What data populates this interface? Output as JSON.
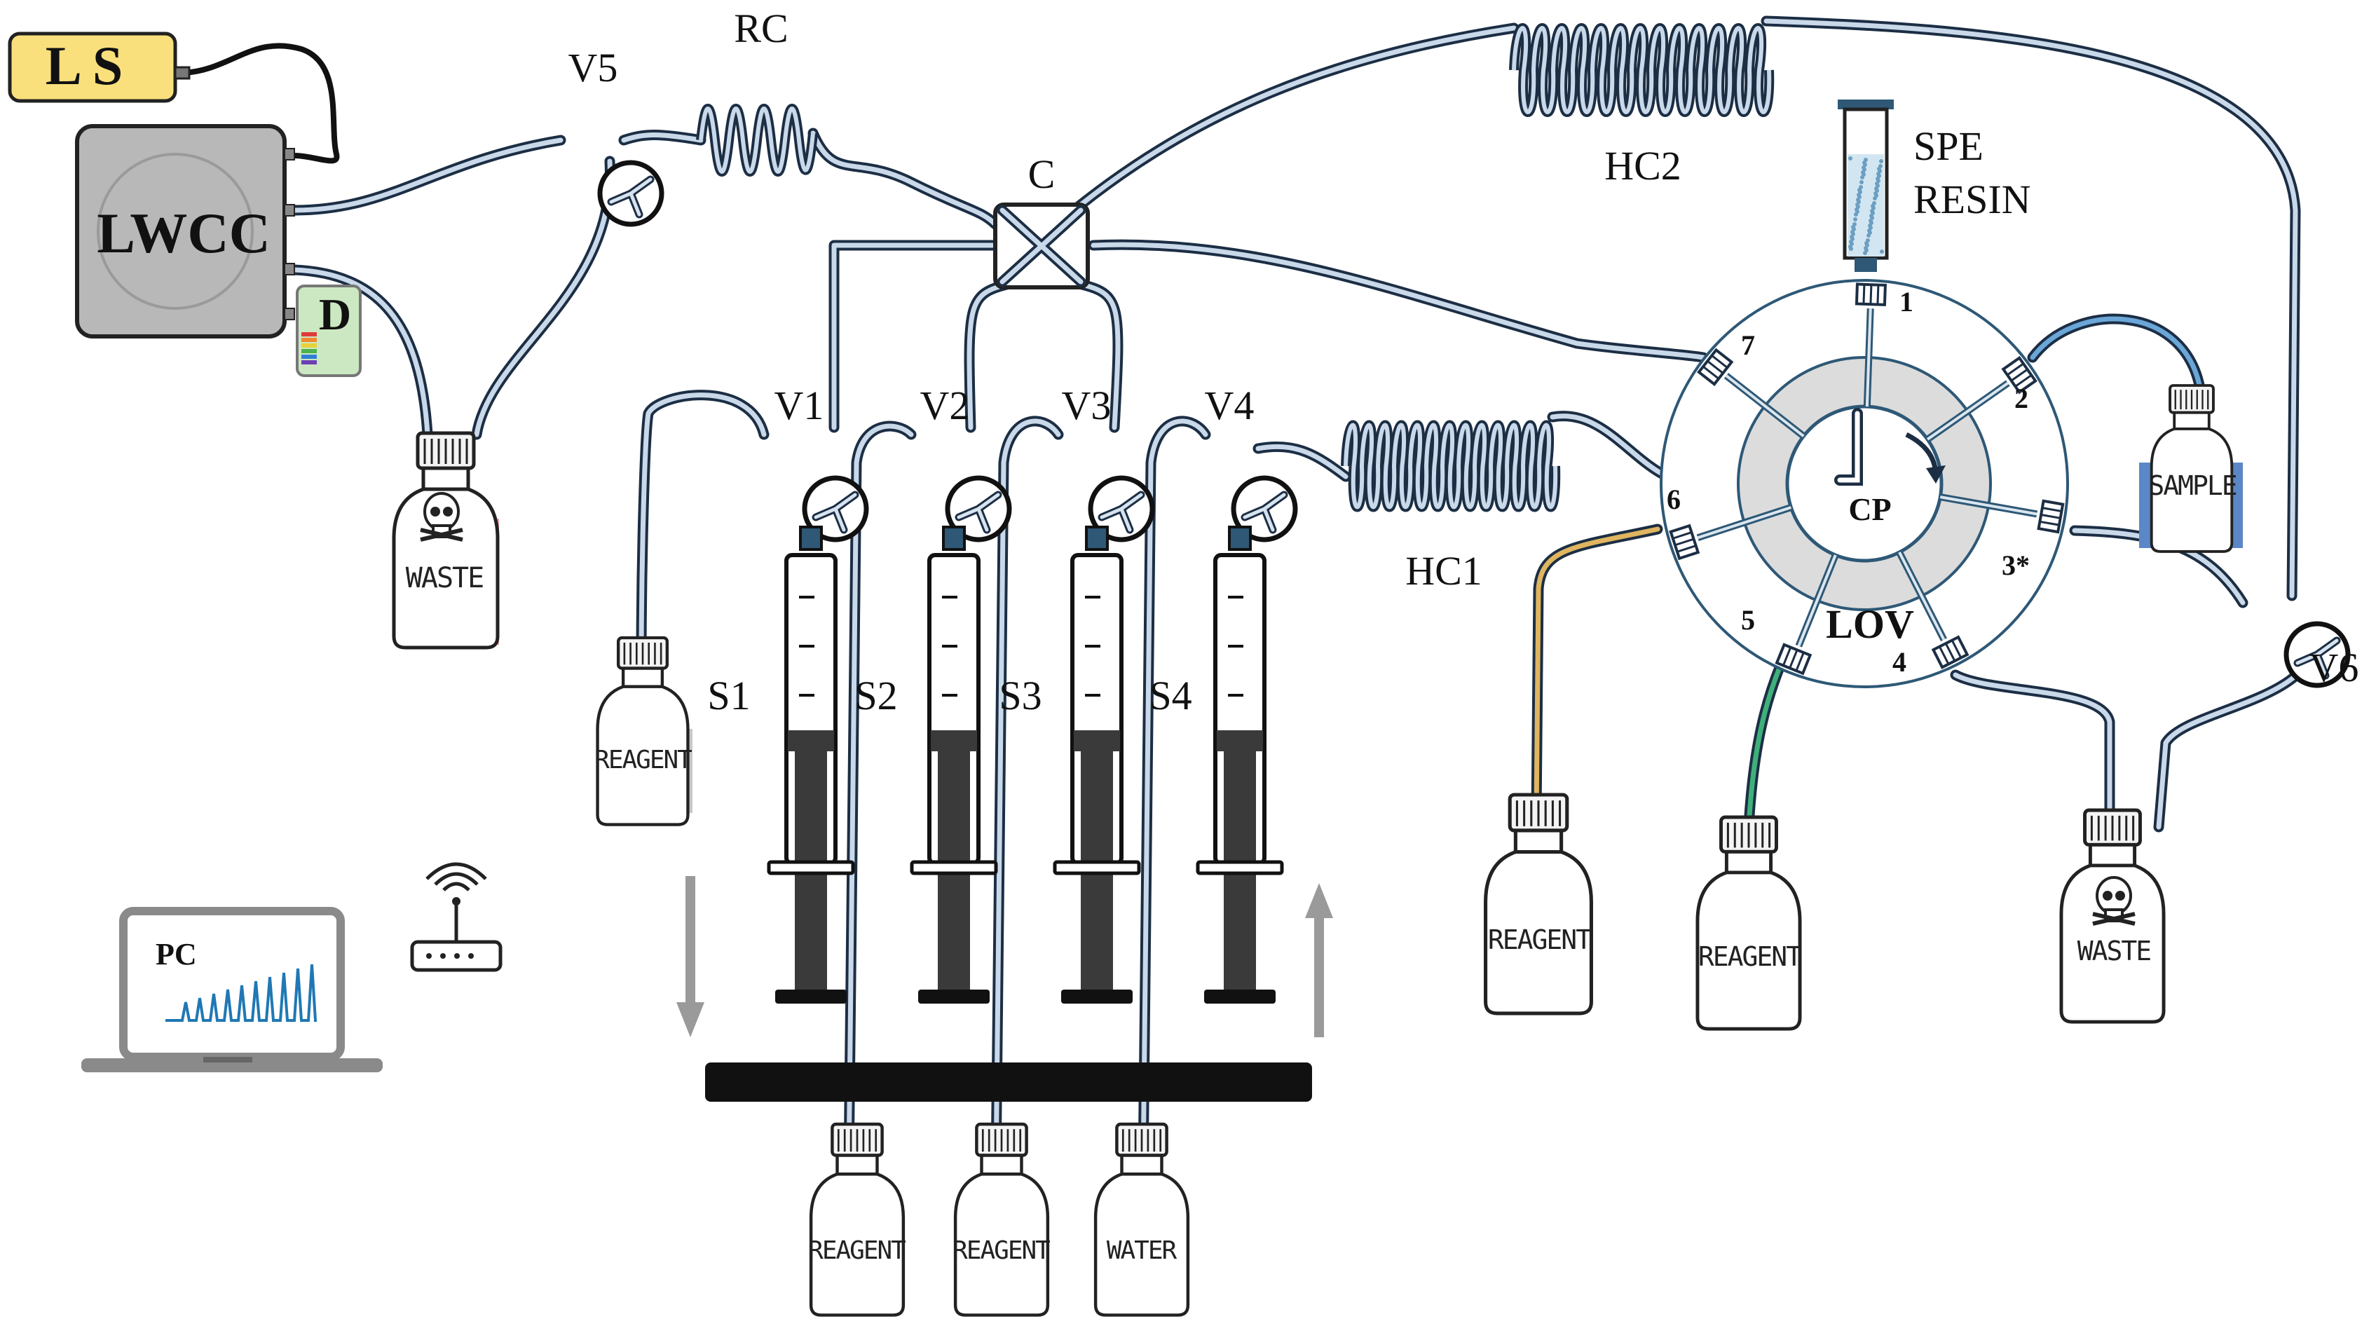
{
  "labels": {
    "light_source": "L S",
    "lwcc": "LWCC",
    "detector": "D",
    "v5": "V5",
    "rc": "RC",
    "confluence": "C",
    "hc2": "HC2",
    "spe_line1": "SPE",
    "spe_line2": "RESIN",
    "v1": "V1",
    "v2": "V2",
    "v3": "V3",
    "v4": "V4",
    "s1": "S1",
    "s2": "S2",
    "s3": "S3",
    "s4": "S4",
    "hc1": "HC1",
    "central_port": "CP",
    "lov": "LOV",
    "v6": "V6",
    "pc": "PC",
    "port_1": "1",
    "port_2": "2",
    "port_3": "3*",
    "port_4": "4",
    "port_5": "5",
    "port_6": "6",
    "port_7": "7"
  },
  "bottles": {
    "waste_left": "WASTE",
    "reagent_s1": "REAGENT",
    "reagent_s2": "REAGENT",
    "reagent_s3": "REAGENT",
    "water_s4": "WATER",
    "sample": "SAMPLE",
    "reagent_p6": "REAGENT",
    "reagent_p5": "REAGENT",
    "waste_right": "WASTE"
  },
  "colors": {
    "waste": "#f2a0a0",
    "reagent_yellow": "#f7dc8c",
    "reagent_green": "#9ed99a",
    "water": "#a9cdee",
    "reagent_grey": "#c8c8c8",
    "sample": "#5b87c6",
    "ls_box": "#fae07c",
    "lwcc_box": "#b8b8b8",
    "detector_box": "#cce8c2"
  },
  "icons": [
    "wifi-router-icon",
    "laptop-icon",
    "skull-icon",
    "rotation-arrow-icon"
  ]
}
